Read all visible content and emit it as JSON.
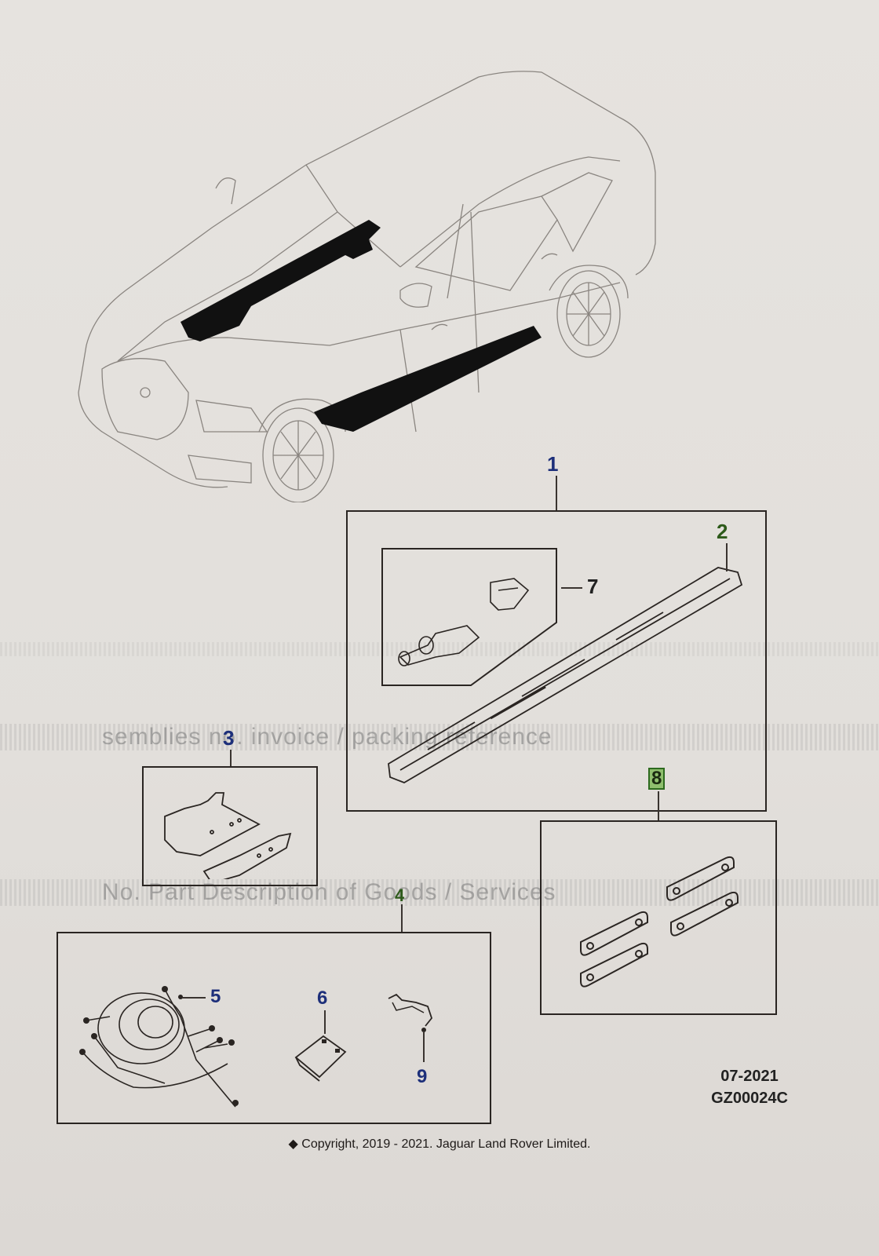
{
  "document": {
    "type": "parts-illustration",
    "date_code": "07-2021",
    "illustration_id": "GZ00024C",
    "copyright": "Copyright, 2019 - 2021. Jaguar Land Rover Limited.",
    "copyright_icon": "diamond-icon"
  },
  "vehicle": {
    "label": "vehicle-overview",
    "highlighted_areas": [
      "hood-harness-route",
      "left-side-running-board"
    ]
  },
  "callouts": [
    {
      "id": "1",
      "color": "#1d2f7a",
      "item": "deployable side step kit"
    },
    {
      "id": "2",
      "color": "#2d5a1a",
      "item": "side step board"
    },
    {
      "id": "3",
      "color": "#1d2f7a",
      "item": "mounting brackets"
    },
    {
      "id": "4",
      "color": "#2d5a1a",
      "item": "electrical kit"
    },
    {
      "id": "5",
      "color": "#1d2f7a",
      "item": "wiring harness"
    },
    {
      "id": "6",
      "color": "#1d2f7a",
      "item": "control module"
    },
    {
      "id": "7",
      "color": "#222222",
      "item": "motor / actuator"
    },
    {
      "id": "8",
      "color": "#2d5a1a",
      "item": "spacer plates",
      "highlighted": true
    },
    {
      "id": "9",
      "color": "#1d2f7a",
      "item": "sensor / bracket"
    }
  ],
  "ghost_text": {
    "line1": "semblies no.      invoice / packing reference",
    "line2": "No. Part    Description of Goods / Services"
  }
}
